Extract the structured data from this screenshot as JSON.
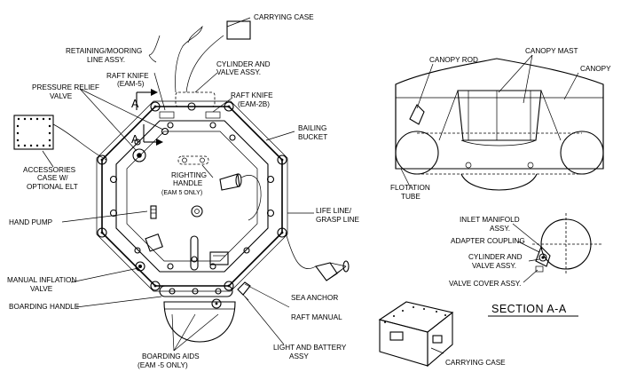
{
  "labels": {
    "carrying_case_top": "CARRYING CASE",
    "retaining_line_1": "RETAINING/MOORING",
    "retaining_line_2": "LINE ASSY.",
    "cylinder_valve_1": "CYLINDER AND",
    "cylinder_valve_2": "VALVE ASSY.",
    "raft_knife_eam5_1": "RAFT KNIFE",
    "raft_knife_eam5_2": "(EAM-5)",
    "raft_knife_eam2b_1": "RAFT KNIFE",
    "raft_knife_eam2b_2": "(EAM-2B)",
    "pressure_relief_1": "PRESSURE RELIEF",
    "pressure_relief_2": "VALVE",
    "section_marker_top": "A",
    "section_marker_left": "A",
    "bailing_bucket_1": "BAILING",
    "bailing_bucket_2": "BUCKET",
    "accessories_1": "ACCESSORIES",
    "accessories_2": "CASE W/",
    "accessories_3": "OPTIONAL ELT",
    "righting_1": "RIGHTING",
    "righting_2": "HANDLE",
    "righting_3": "(EAM 5 ONLY)",
    "life_line_1": "LIFE LINE/",
    "life_line_2": "GRASP LINE",
    "hand_pump": "HAND PUMP",
    "manual_inflation_1": "MANUAL INFLATION",
    "manual_inflation_2": "VALVE",
    "sea_anchor": "SEA ANCHOR",
    "boarding_handle": "BOARDING HANDLE",
    "raft_manual": "RAFT MANUAL",
    "light_battery_1": "LIGHT AND BATTERY",
    "light_battery_2": "ASSY",
    "boarding_aids_1": "BOARDING AIDS",
    "boarding_aids_2": "(EAM -5 ONLY)",
    "canopy_rod": "CANOPY ROD",
    "canopy_mast": "CANOPY MAST",
    "canopy": "CANOPY",
    "flotation_1": "FLOTATION",
    "flotation_2": "TUBE",
    "inlet_manifold_1": "INLET MANIFOLD",
    "inlet_manifold_2": "ASSY.",
    "adapter_coupling": "ADAPTER COUPLING",
    "cyl_valve_detail_1": "CYLINDER AND",
    "cyl_valve_detail_2": "VALVE ASSY.",
    "valve_cover": "VALVE COVER ASSY.",
    "section_title": "SECTION A-A",
    "carrying_case_bottom": "CARRYING CASE"
  }
}
